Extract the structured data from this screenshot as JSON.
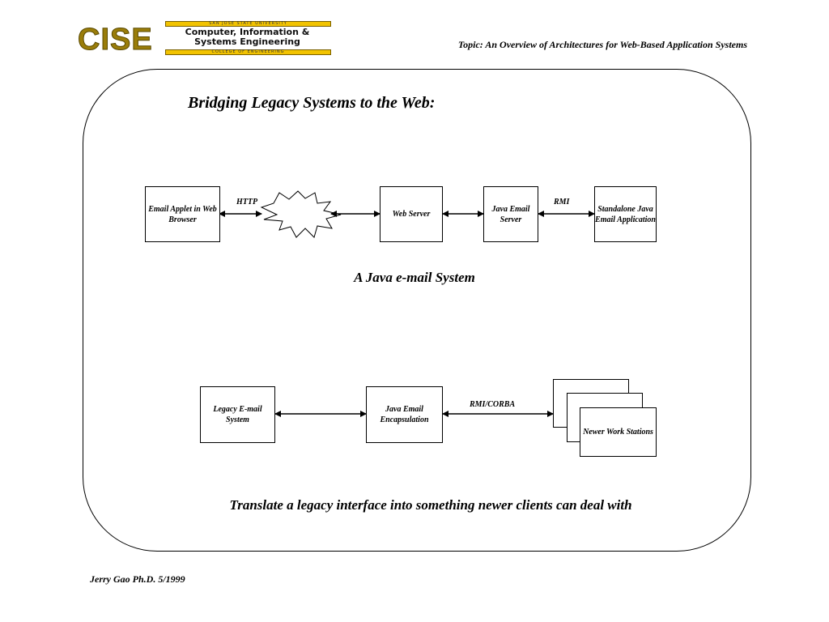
{
  "header": {
    "logo": {
      "letters": "CISE",
      "university": "SAN JOSE STATE UNIVERSITY",
      "department_line1": "Computer, Information &",
      "department_line2": "Systems Engineering",
      "college": "COLLEGE OF ENGINEERING"
    },
    "topic": "Topic: An Overview of Architectures for Web-Based  Application Systems"
  },
  "slide": {
    "title": "Bridging Legacy Systems to the Web:",
    "diagram1": {
      "boxes": {
        "email_applet": "Email Applet in Web Browser",
        "web_server": "Web Server",
        "java_email_server": "Java Email Server",
        "standalone_app": "Standalone Java Email Application"
      },
      "labels": {
        "http": "HTTP",
        "rmi": "RMI"
      },
      "caption": "A Java e-mail System"
    },
    "diagram2": {
      "boxes": {
        "legacy_email": "Legacy E-mail System",
        "java_encapsulation": "Java Email Encapsulation",
        "newer_workstations": "Newer Work Stations"
      },
      "labels": {
        "rmi_corba": "RMI/CORBA"
      },
      "caption": "Translate a legacy interface into something newer clients can deal with"
    }
  },
  "footer": {
    "author": "Jerry Gao Ph.D.  5/1999"
  }
}
